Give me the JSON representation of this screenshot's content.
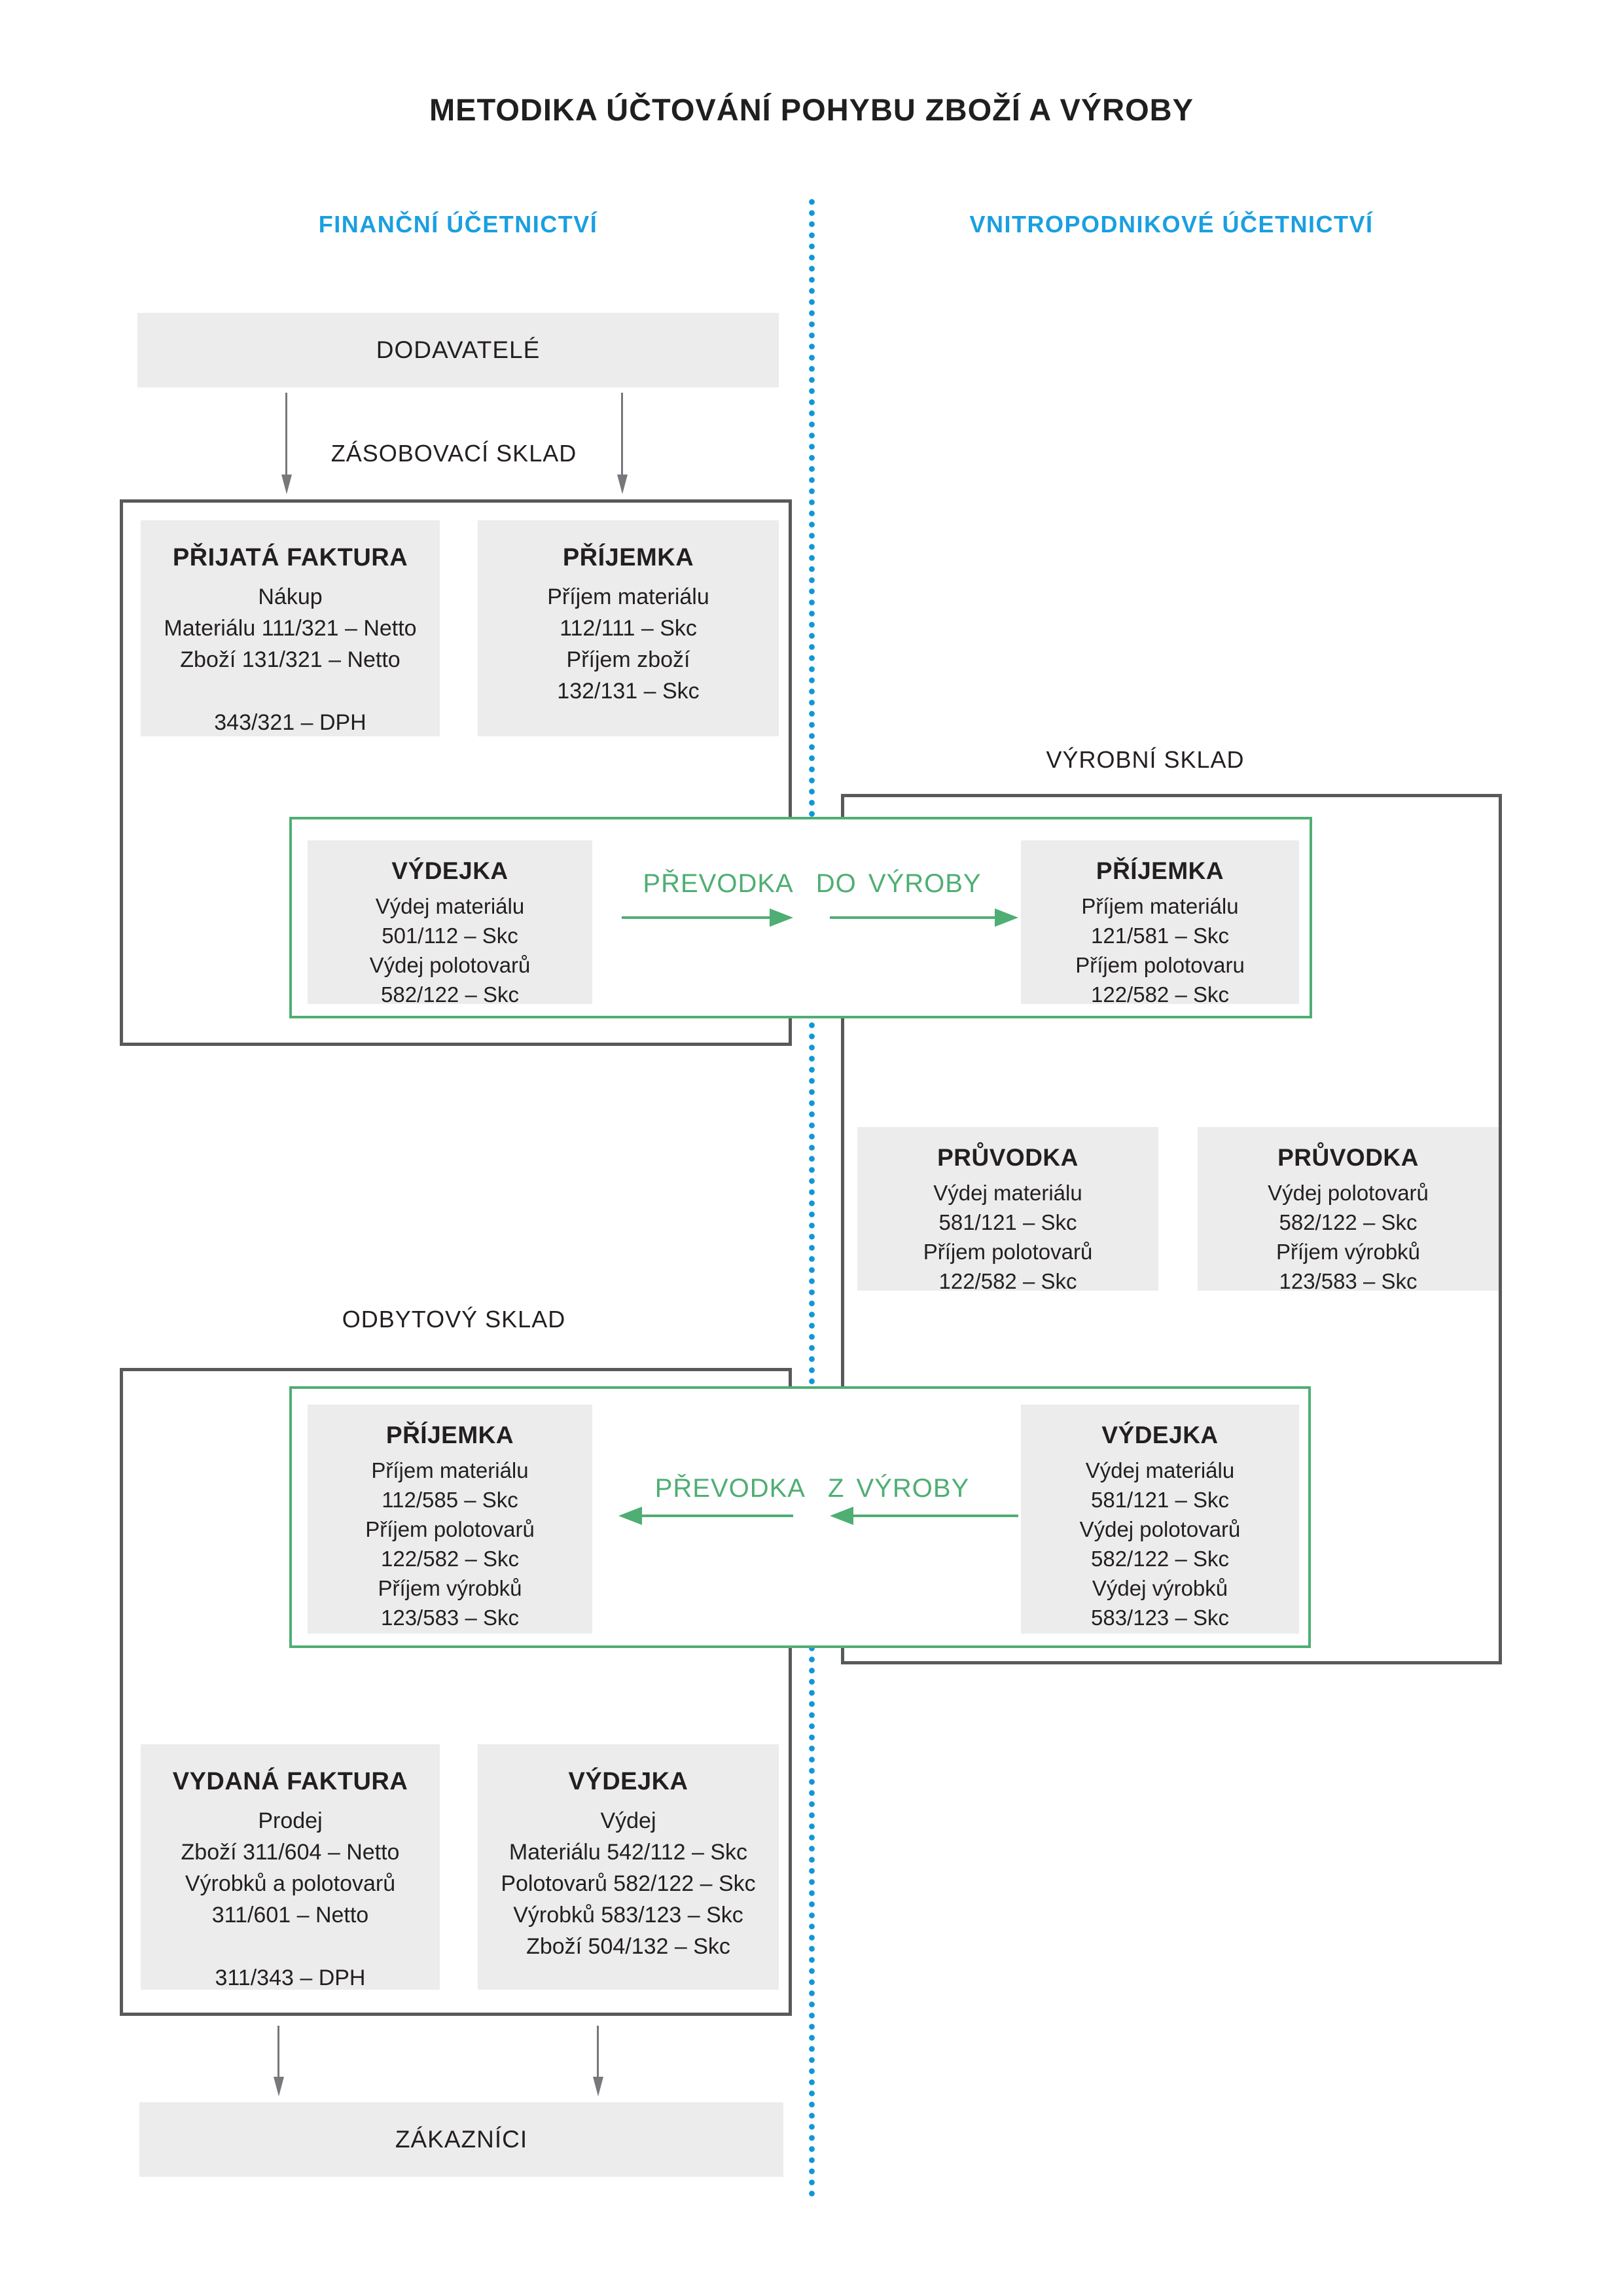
{
  "title": "METODIKA ÚČTOVÁNÍ POHYBU ZBOŽÍ A VÝROBY",
  "headers": {
    "left": "FINANČNÍ ÚČETNICTVÍ",
    "right": "VNITROPODNIKOVÉ ÚČETNICTVÍ"
  },
  "labels": {
    "suppliers": "DODAVATELÉ",
    "supply_warehouse": "ZÁSOBOVACÍ SKLAD",
    "production_warehouse": "VÝROBNÍ SKLAD",
    "sales_warehouse": "ODBYTOVÝ SKLAD",
    "customers": "ZÁKAZNÍCI",
    "transfer_to_production": "PŘEVODKA  DO VÝROBY",
    "transfer_from_production": "PŘEVODKA  Z VÝROBY"
  },
  "cards": {
    "received_invoice": {
      "title": "PŘIJATÁ FAKTURA",
      "lines": [
        "Nákup",
        "Materiálu 111/321 – Netto",
        "Zboží 131/321 – Netto",
        "",
        "343/321 – DPH"
      ]
    },
    "receipt_supply": {
      "title": "PŘÍJEMKA",
      "lines": [
        "Příjem materiálu",
        "112/111 – Skc",
        "Příjem zboží",
        "132/131 – Skc"
      ]
    },
    "issue_to_production": {
      "title": "VÝDEJKA",
      "lines": [
        "Výdej materiálu",
        "501/112 – Skc",
        "Výdej polotovarů",
        "582/122 – Skc"
      ]
    },
    "receipt_production": {
      "title": "PŘÍJEMKA",
      "lines": [
        "Příjem materiálu",
        "121/581 – Skc",
        "Příjem polotovaru",
        "122/582 – Skc"
      ]
    },
    "job_ticket_left": {
      "title": "PRŮVODKA",
      "lines": [
        "Výdej materiálu",
        "581/121 – Skc",
        "Příjem polotovarů",
        "122/582 – Skc"
      ]
    },
    "job_ticket_right": {
      "title": "PRŮVODKA",
      "lines": [
        "Výdej polotovarů",
        "582/122 – Skc",
        "Příjem výrobků",
        "123/583 – Skc"
      ]
    },
    "receipt_sales": {
      "title": "PŘÍJEMKA",
      "lines": [
        "Příjem materiálu",
        "112/585 – Skc",
        "Příjem polotovarů",
        "122/582 – Skc",
        "Příjem výrobků",
        "123/583 – Skc"
      ]
    },
    "issue_from_production": {
      "title": "VÝDEJKA",
      "lines": [
        "Výdej materiálu",
        "581/121 – Skc",
        "Výdej polotovarů",
        "582/122 – Skc",
        "Výdej výrobků",
        "583/123 – Skc"
      ]
    },
    "issued_invoice": {
      "title": "VYDANÁ FAKTURA",
      "lines": [
        "Prodej",
        "Zboží 311/604 – Netto",
        "Výrobků a polotovarů",
        "311/601 – Netto",
        "",
        "311/343 – DPH"
      ]
    },
    "issue_sale": {
      "title": "VÝDEJKA",
      "lines": [
        "Výdej",
        "Materiálu 542/112 – Skc",
        "Polotovarů 582/122 – Skc",
        "Výrobků 583/123 – Skc",
        "Zboží 504/132 – Skc"
      ]
    }
  },
  "colors": {
    "accent_blue": "#1A9FE0",
    "dot_blue": "#1296D6",
    "accent_green": "#4FAE73",
    "card_fill": "#ECECEC",
    "frame_border": "#58595B",
    "arrow_gray": "#77787B",
    "text": "#231F20"
  }
}
